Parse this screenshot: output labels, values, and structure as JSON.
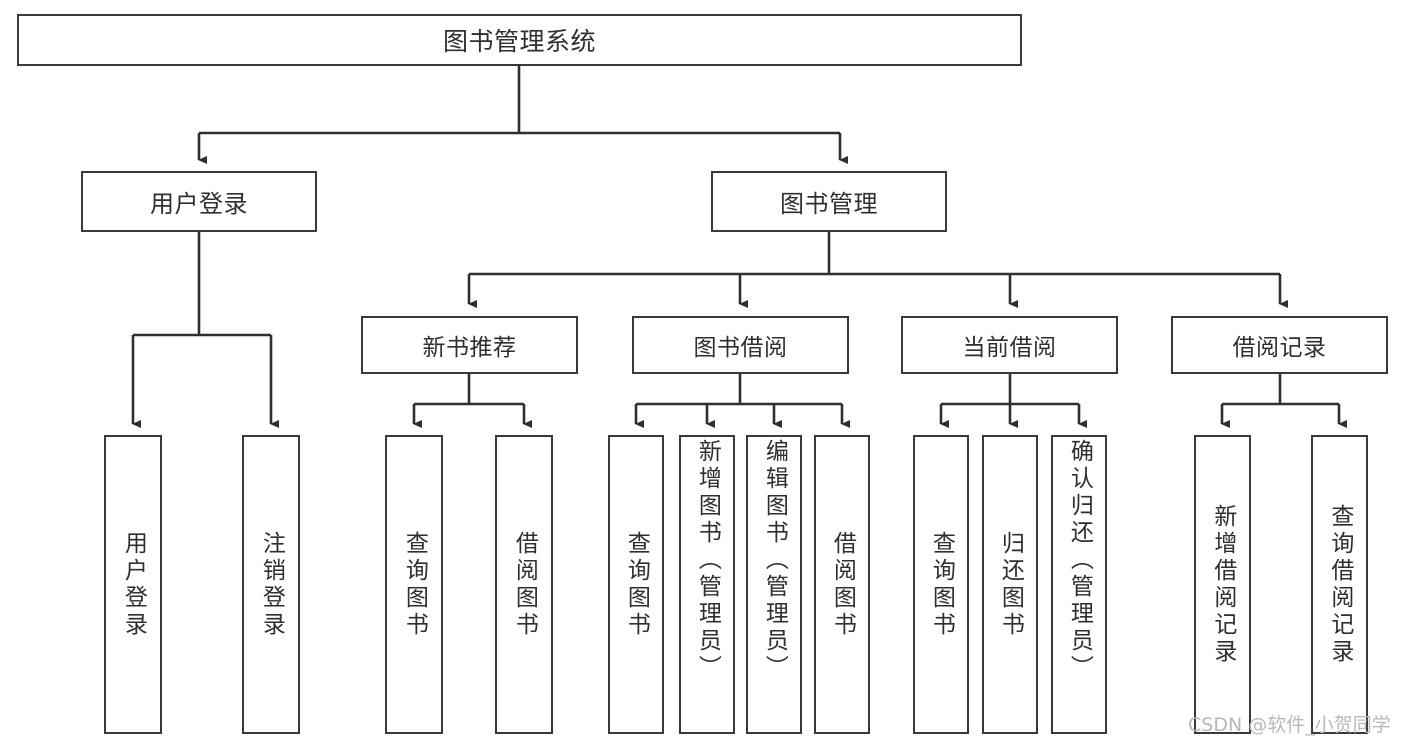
{
  "diagram": {
    "title": "图书管理系统",
    "type": "tree-structure-diagram",
    "line_color": "#3a3a3a",
    "box_fill": "#ffffff",
    "text_color": "#2f2f2f",
    "watermark": "CSDN @软件_小贺同学"
  },
  "root": {
    "label": "图书管理系统"
  },
  "level2": [
    {
      "label": "用户登录"
    },
    {
      "label": "图书管理"
    }
  ],
  "level3": [
    {
      "label": "新书推荐"
    },
    {
      "label": "图书借阅"
    },
    {
      "label": "当前借阅"
    },
    {
      "label": "借阅记录"
    }
  ],
  "leaves": {
    "user_login": [
      {
        "label": "用户登录"
      },
      {
        "label": "注销登录"
      }
    ],
    "new_book_recommend": [
      {
        "label": "查询图书"
      },
      {
        "label": "借阅图书"
      }
    ],
    "book_borrow": [
      {
        "label": "查询图书"
      },
      {
        "label": "新增图书（管理员）"
      },
      {
        "label": "编辑图书（管理员）"
      },
      {
        "label": "借阅图书"
      }
    ],
    "current_borrow": [
      {
        "label": "查询图书"
      },
      {
        "label": "归还图书"
      },
      {
        "label": "确认归还（管理员）"
      }
    ],
    "borrow_record": [
      {
        "label": "新增借阅记录"
      },
      {
        "label": "查询借阅记录"
      }
    ]
  }
}
